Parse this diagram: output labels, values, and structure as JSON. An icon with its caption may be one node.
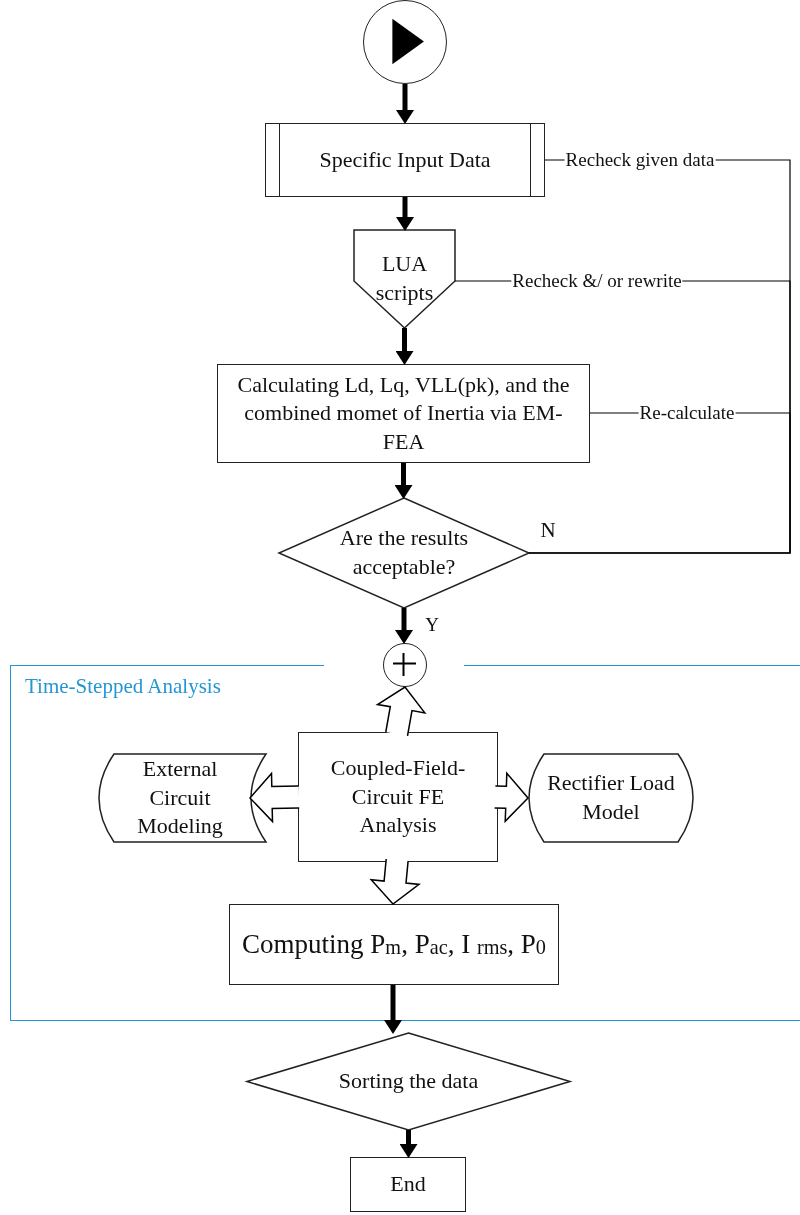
{
  "diagram": {
    "nodes": [
      {
        "text": [],
        "shape": "circle"
      },
      {
        "text": [
          "Specific Input Data"
        ]
      },
      {
        "text": [
          "LUA scripts"
        ]
      },
      {
        "text": [
          "Calculating Ld, Lq, VLL(pk), and the combined momet of Inertia via EM-FEA"
        ]
      },
      {
        "text": [
          "Are the results acceptable?"
        ]
      },
      {
        "text": [
          "Time-Stepped Analysis"
        ]
      },
      {
        "text": [],
        "shape": "circle"
      },
      {
        "text": [
          "External Circuit Modeling"
        ],
        "in": 5
      },
      {
        "text": [
          "Coupled-Field-Circuit FE Analysis"
        ],
        "in": 5
      },
      {
        "text": [
          "Rectifier Load Model"
        ],
        "in": 5
      },
      {
        "text": [
          "Computing P$_{m}$, P$_{ac}$, I $_{rms}$, P$_{0}$"
        ],
        "in": 5
      },
      {
        "text": [
          "Sorting the data"
        ]
      },
      {
        "text": [
          "End"
        ]
      }
    ],
    "edges": [
      {
        "from": 0,
        "to": 1,
        "arrow": "to"
      },
      {
        "from": 1,
        "to": 2,
        "arrow": "to"
      },
      {
        "from": 2,
        "to": 3,
        "arrow": "to"
      },
      {
        "from": 3,
        "to": 4,
        "arrow": "to"
      },
      {
        "from": 4,
        "to": 6,
        "arrow": "to",
        "label": "Y"
      },
      {
        "from": 4,
        "to": 1,
        "arrow": "none",
        "label": "Recheck given data"
      },
      {
        "from": 4,
        "to": 2,
        "arrow": "none",
        "label": "Recheck &/ or rewrite"
      },
      {
        "from": 4,
        "to": 3,
        "arrow": "none",
        "label": "Re-calculate"
      },
      {
        "from": 8,
        "to": 6,
        "arrow": "to",
        "style": "thick"
      },
      {
        "from": 8,
        "to": 7,
        "arrow": "to",
        "style": "thick"
      },
      {
        "from": 8,
        "to": 9,
        "arrow": "to",
        "style": "thick"
      },
      {
        "from": 8,
        "to": 10,
        "arrow": "to",
        "style": "thick"
      },
      {
        "from": 10,
        "to": 11,
        "arrow": "to"
      },
      {
        "from": 11,
        "to": 12,
        "arrow": "to"
      }
    ],
    "labels": [
      "N"
    ]
  }
}
